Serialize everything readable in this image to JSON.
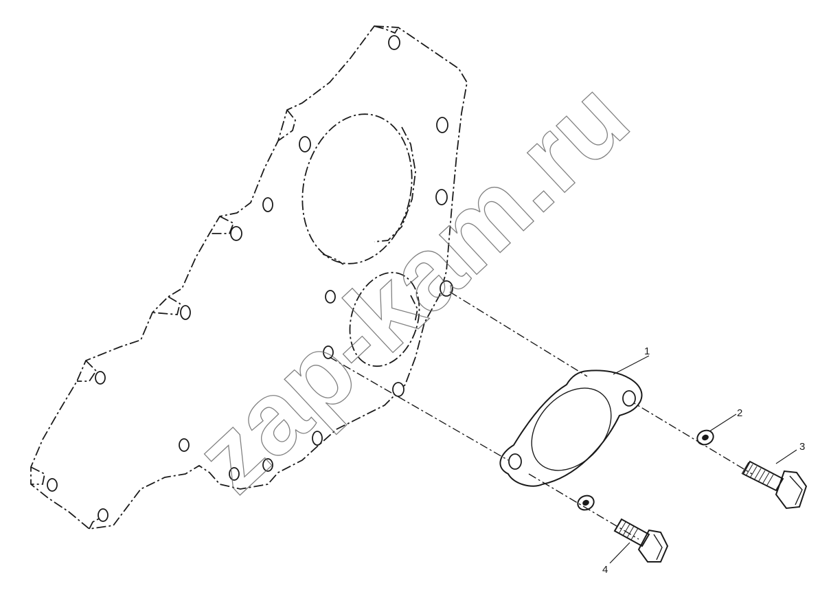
{
  "header_mark": "",
  "watermark": "zap-kam.ru",
  "callouts": [
    {
      "id": "1",
      "label": "1"
    },
    {
      "id": "2",
      "label": "2"
    },
    {
      "id": "3",
      "label": "3"
    },
    {
      "id": "4",
      "label": "4"
    }
  ],
  "colors": {
    "line": "#1a1a1a",
    "watermark": "#6a6a6a",
    "background": "#ffffff"
  }
}
